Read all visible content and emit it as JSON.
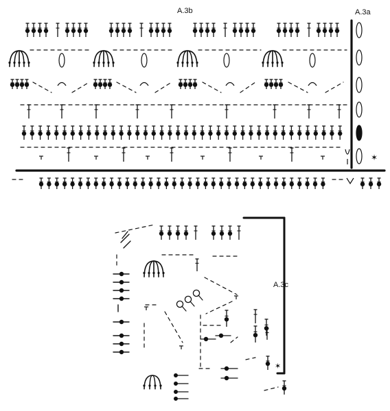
{
  "labels": {
    "a3b": "A.3b",
    "a3a": "A.3a",
    "a3c": "A.3c"
  },
  "symbol_names": [
    "treble-crochet",
    "double-crochet",
    "chain-loop",
    "chain-space",
    "picot-fan",
    "puff-stitch",
    "star-marker"
  ],
  "colors": {
    "ink": "#111111",
    "background": "#ffffff"
  }
}
